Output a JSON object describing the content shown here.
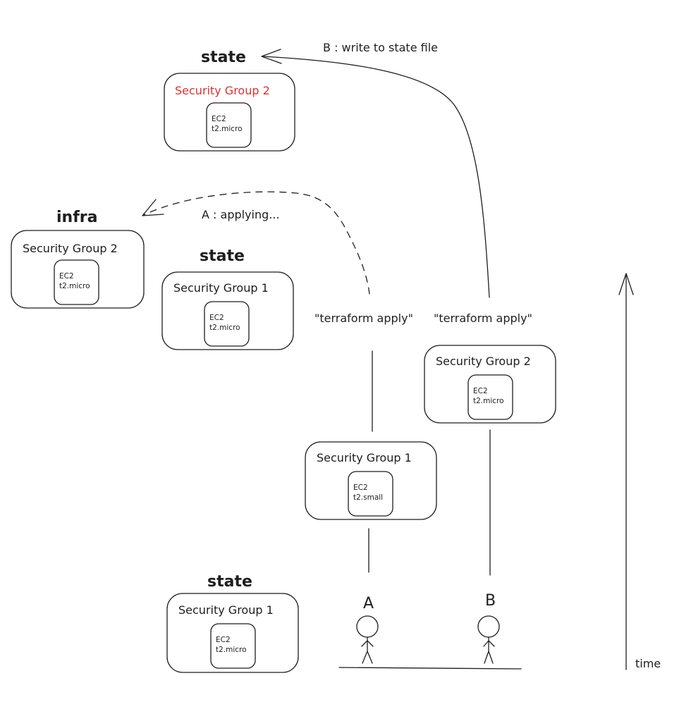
{
  "headings": {
    "state_top": "state",
    "infra": "infra",
    "state_mid": "state",
    "state_bottom": "state"
  },
  "boxes": {
    "state_top": {
      "title": "Security Group 2",
      "ec2": "EC2",
      "instance": "t2.micro"
    },
    "infra": {
      "title": "Security Group 2",
      "ec2": "EC2",
      "instance": "t2.micro"
    },
    "state_mid": {
      "title": "Security Group 1",
      "ec2": "EC2",
      "instance": "t2.micro"
    },
    "change_b": {
      "title": "Security Group 2",
      "ec2": "EC2",
      "instance": "t2.micro"
    },
    "change_a": {
      "title": "Security Group 1",
      "ec2": "EC2",
      "instance": "t2.small"
    },
    "state_bottom": {
      "title": "Security Group 1",
      "ec2": "EC2",
      "instance": "t2.micro"
    }
  },
  "annotations": {
    "b_write": "B : write to state file",
    "a_applying": "A : applying...",
    "apply_a": "\"terraform apply\"",
    "apply_b": "\"terraform apply\""
  },
  "people": {
    "a": "A",
    "b": "B"
  },
  "axis": {
    "label": "time"
  },
  "colors": {
    "stroke": "#1e1e1e",
    "highlight": "#e03131"
  }
}
